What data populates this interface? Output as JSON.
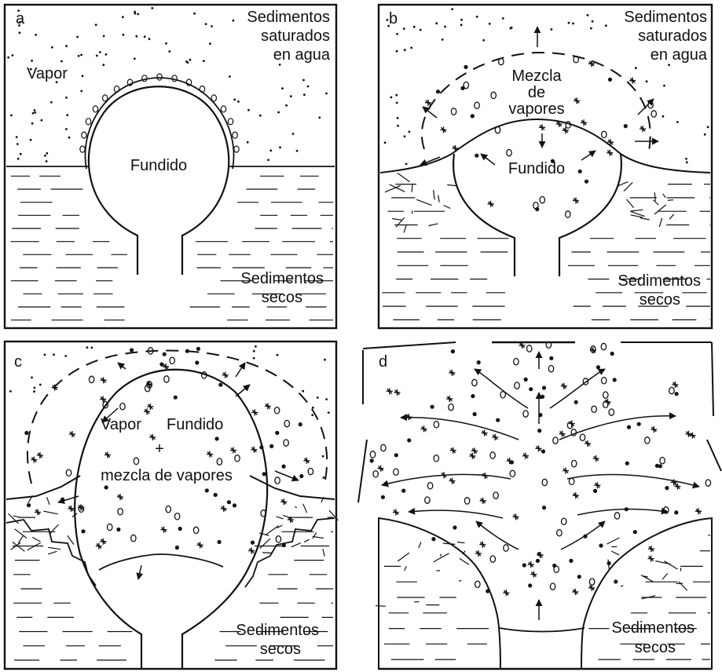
{
  "panels": [
    {
      "letter": "a",
      "top_label": [
        "Sedimentos",
        "saturados",
        "en agua"
      ],
      "vapor_label": "Vapor",
      "center_label": "Fundido",
      "bottom_label": [
        "Sedimentos",
        "secos"
      ]
    },
    {
      "letter": "b",
      "top_label": [
        "Sedimentos",
        "saturados",
        "en agua"
      ],
      "mix_label": [
        "Mezcla",
        "de",
        "vapores"
      ],
      "center_label": "Fundido",
      "bottom_label": [
        "Sedimentos",
        "secos"
      ]
    },
    {
      "letter": "c",
      "vapor_label": "Vapor",
      "center_label": "Fundido",
      "mix_label": "mezcla de vapores",
      "bottom_label": [
        "Sedimentos",
        "secos"
      ]
    },
    {
      "letter": "d",
      "bottom_label": [
        "Sedimentos",
        "secos"
      ]
    }
  ]
}
